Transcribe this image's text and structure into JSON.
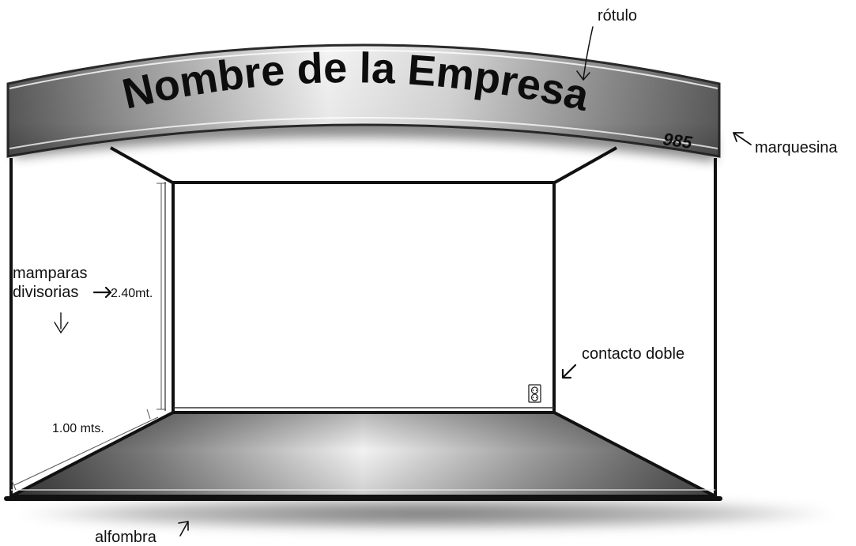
{
  "booth": {
    "sign_text": "Nombre de la Empresa",
    "booth_number": "985"
  },
  "labels": {
    "rotulo": "rótulo",
    "marquesina": "marquesina",
    "mamparas_line1": "mamparas",
    "mamparas_line2": "divisorias",
    "height": "2.40mt.",
    "width": "1.00 mts.",
    "contacto": "contacto doble",
    "alfombra": "alfombra"
  }
}
